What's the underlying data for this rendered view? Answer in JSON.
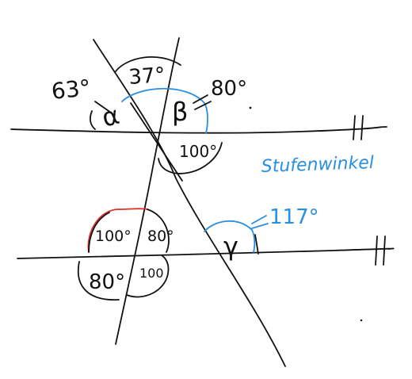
{
  "colors": {
    "ink": "#111111",
    "step_angle_blue": "#2a8fe0",
    "arc_red": "#e0302a",
    "background": "#ffffff"
  },
  "parallel_mark": "||",
  "upper_intersection": {
    "angle_top": "37°",
    "angle_left": "63°",
    "angle_right": "80°",
    "alpha": "α",
    "beta": "β",
    "angle_below": "100°"
  },
  "lower_intersection": {
    "upper_left": "100°",
    "upper_right": "80°",
    "lower_left": "80°",
    "lower_right": "100"
  },
  "gamma_angle": {
    "symbol": "γ",
    "value": "117°",
    "note": "Stufenwinkel"
  }
}
